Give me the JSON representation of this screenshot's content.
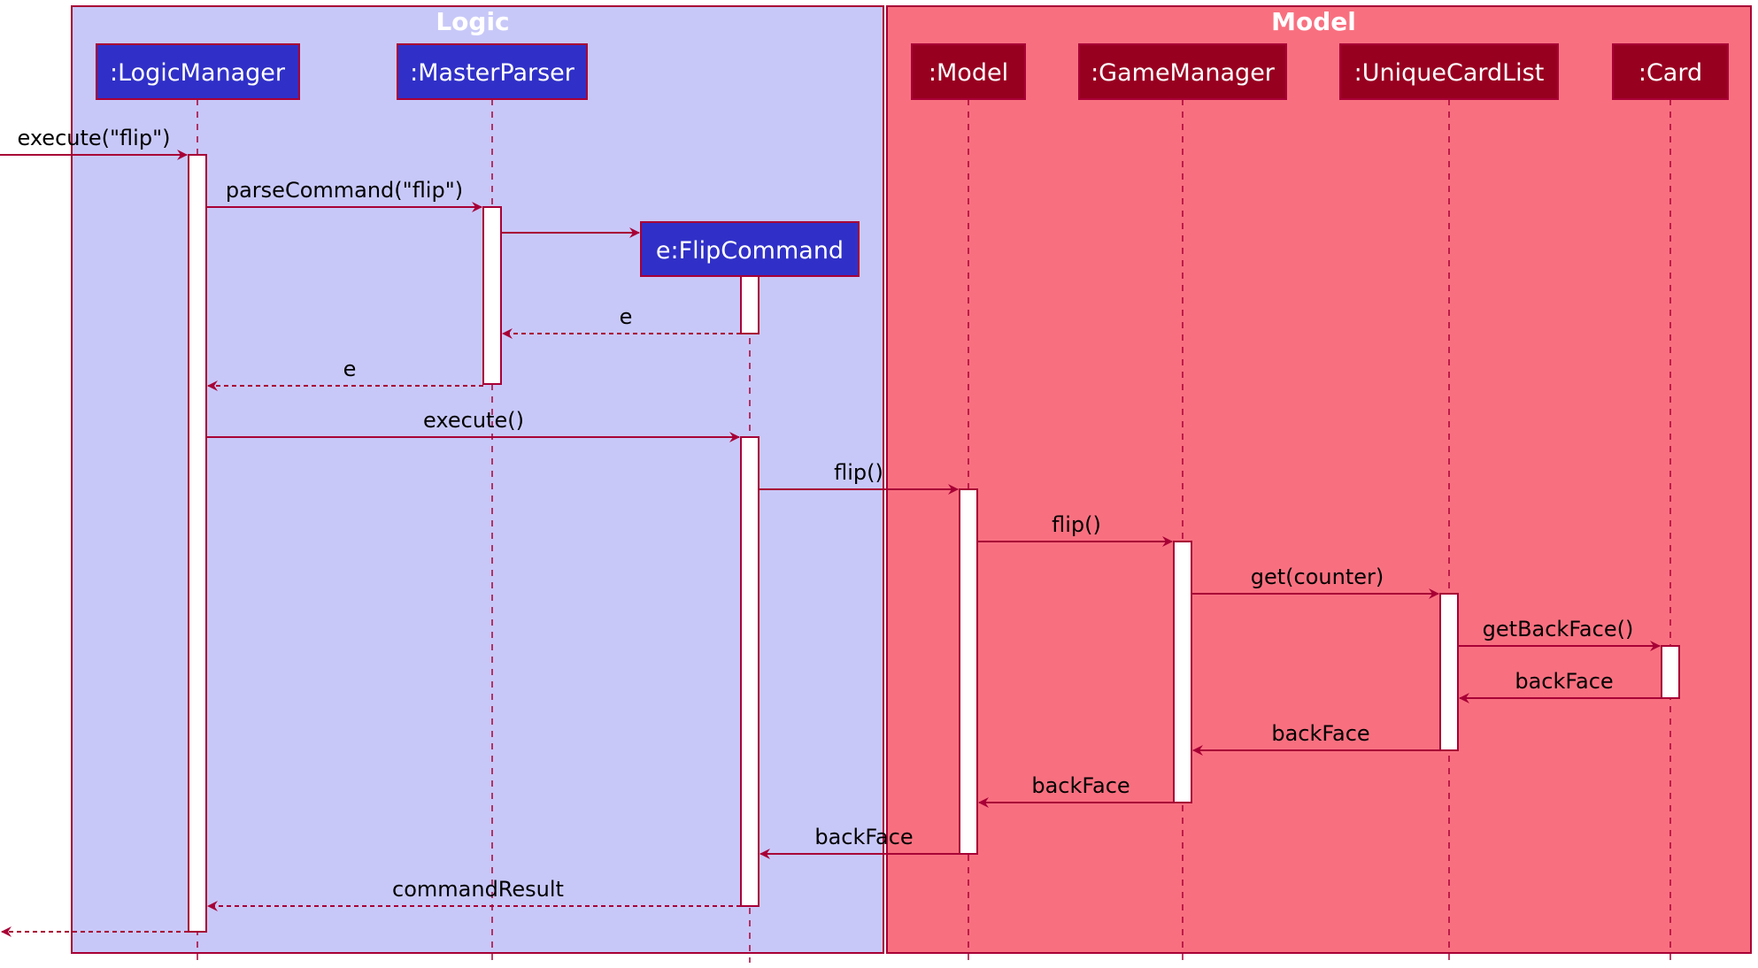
{
  "colors": {
    "stroke": "#a80036",
    "logic_box_fill": "#c8c8f8",
    "model_box_fill": "#f87080",
    "logic_participant_fill": "#3030c8",
    "model_participant_fill": "#980020",
    "participant_text": "#ffffff",
    "label_text": "#000000",
    "activation_fill": "#ffffff"
  },
  "boxes": [
    {
      "id": "logic",
      "title": "Logic"
    },
    {
      "id": "model",
      "title": "Model"
    }
  ],
  "participants": [
    {
      "id": "lm",
      "label": ":LogicManager",
      "box": "logic"
    },
    {
      "id": "mp",
      "label": ":MasterParser",
      "box": "logic"
    },
    {
      "id": "fc",
      "label": "e:FlipCommand",
      "box": "logic"
    },
    {
      "id": "model",
      "label": ":Model",
      "box": "model"
    },
    {
      "id": "gm",
      "label": ":GameManager",
      "box": "model"
    },
    {
      "id": "ucl",
      "label": ":UniqueCardList",
      "box": "model"
    },
    {
      "id": "card",
      "label": ":Card",
      "box": "model"
    }
  ],
  "messages": [
    {
      "id": "m1",
      "from": "external",
      "to": "lm",
      "label": "execute(\"flip\")",
      "kind": "call"
    },
    {
      "id": "m2",
      "from": "lm",
      "to": "mp",
      "label": "parseCommand(\"flip\")",
      "kind": "call"
    },
    {
      "id": "m3",
      "from": "mp",
      "to": "fc",
      "label": "",
      "kind": "create"
    },
    {
      "id": "m4",
      "from": "fc",
      "to": "mp",
      "label": "e",
      "kind": "return"
    },
    {
      "id": "m5",
      "from": "mp",
      "to": "lm",
      "label": "e",
      "kind": "return"
    },
    {
      "id": "m6",
      "from": "lm",
      "to": "fc",
      "label": "execute()",
      "kind": "call"
    },
    {
      "id": "m7",
      "from": "fc",
      "to": "model",
      "label": "flip()",
      "kind": "call"
    },
    {
      "id": "m8",
      "from": "model",
      "to": "gm",
      "label": "flip()",
      "kind": "call"
    },
    {
      "id": "m9",
      "from": "gm",
      "to": "ucl",
      "label": "get(counter)",
      "kind": "call"
    },
    {
      "id": "m10",
      "from": "ucl",
      "to": "card",
      "label": "getBackFace()",
      "kind": "call"
    },
    {
      "id": "m11",
      "from": "card",
      "to": "ucl",
      "label": "backFace",
      "kind": "reply"
    },
    {
      "id": "m12",
      "from": "ucl",
      "to": "gm",
      "label": "backFace",
      "kind": "reply"
    },
    {
      "id": "m13",
      "from": "gm",
      "to": "model",
      "label": "backFace",
      "kind": "reply"
    },
    {
      "id": "m14",
      "from": "model",
      "to": "fc",
      "label": "backFace",
      "kind": "reply"
    },
    {
      "id": "m15",
      "from": "fc",
      "to": "lm",
      "label": "commandResult",
      "kind": "return"
    },
    {
      "id": "m16",
      "from": "lm",
      "to": "external",
      "label": "",
      "kind": "return"
    }
  ]
}
